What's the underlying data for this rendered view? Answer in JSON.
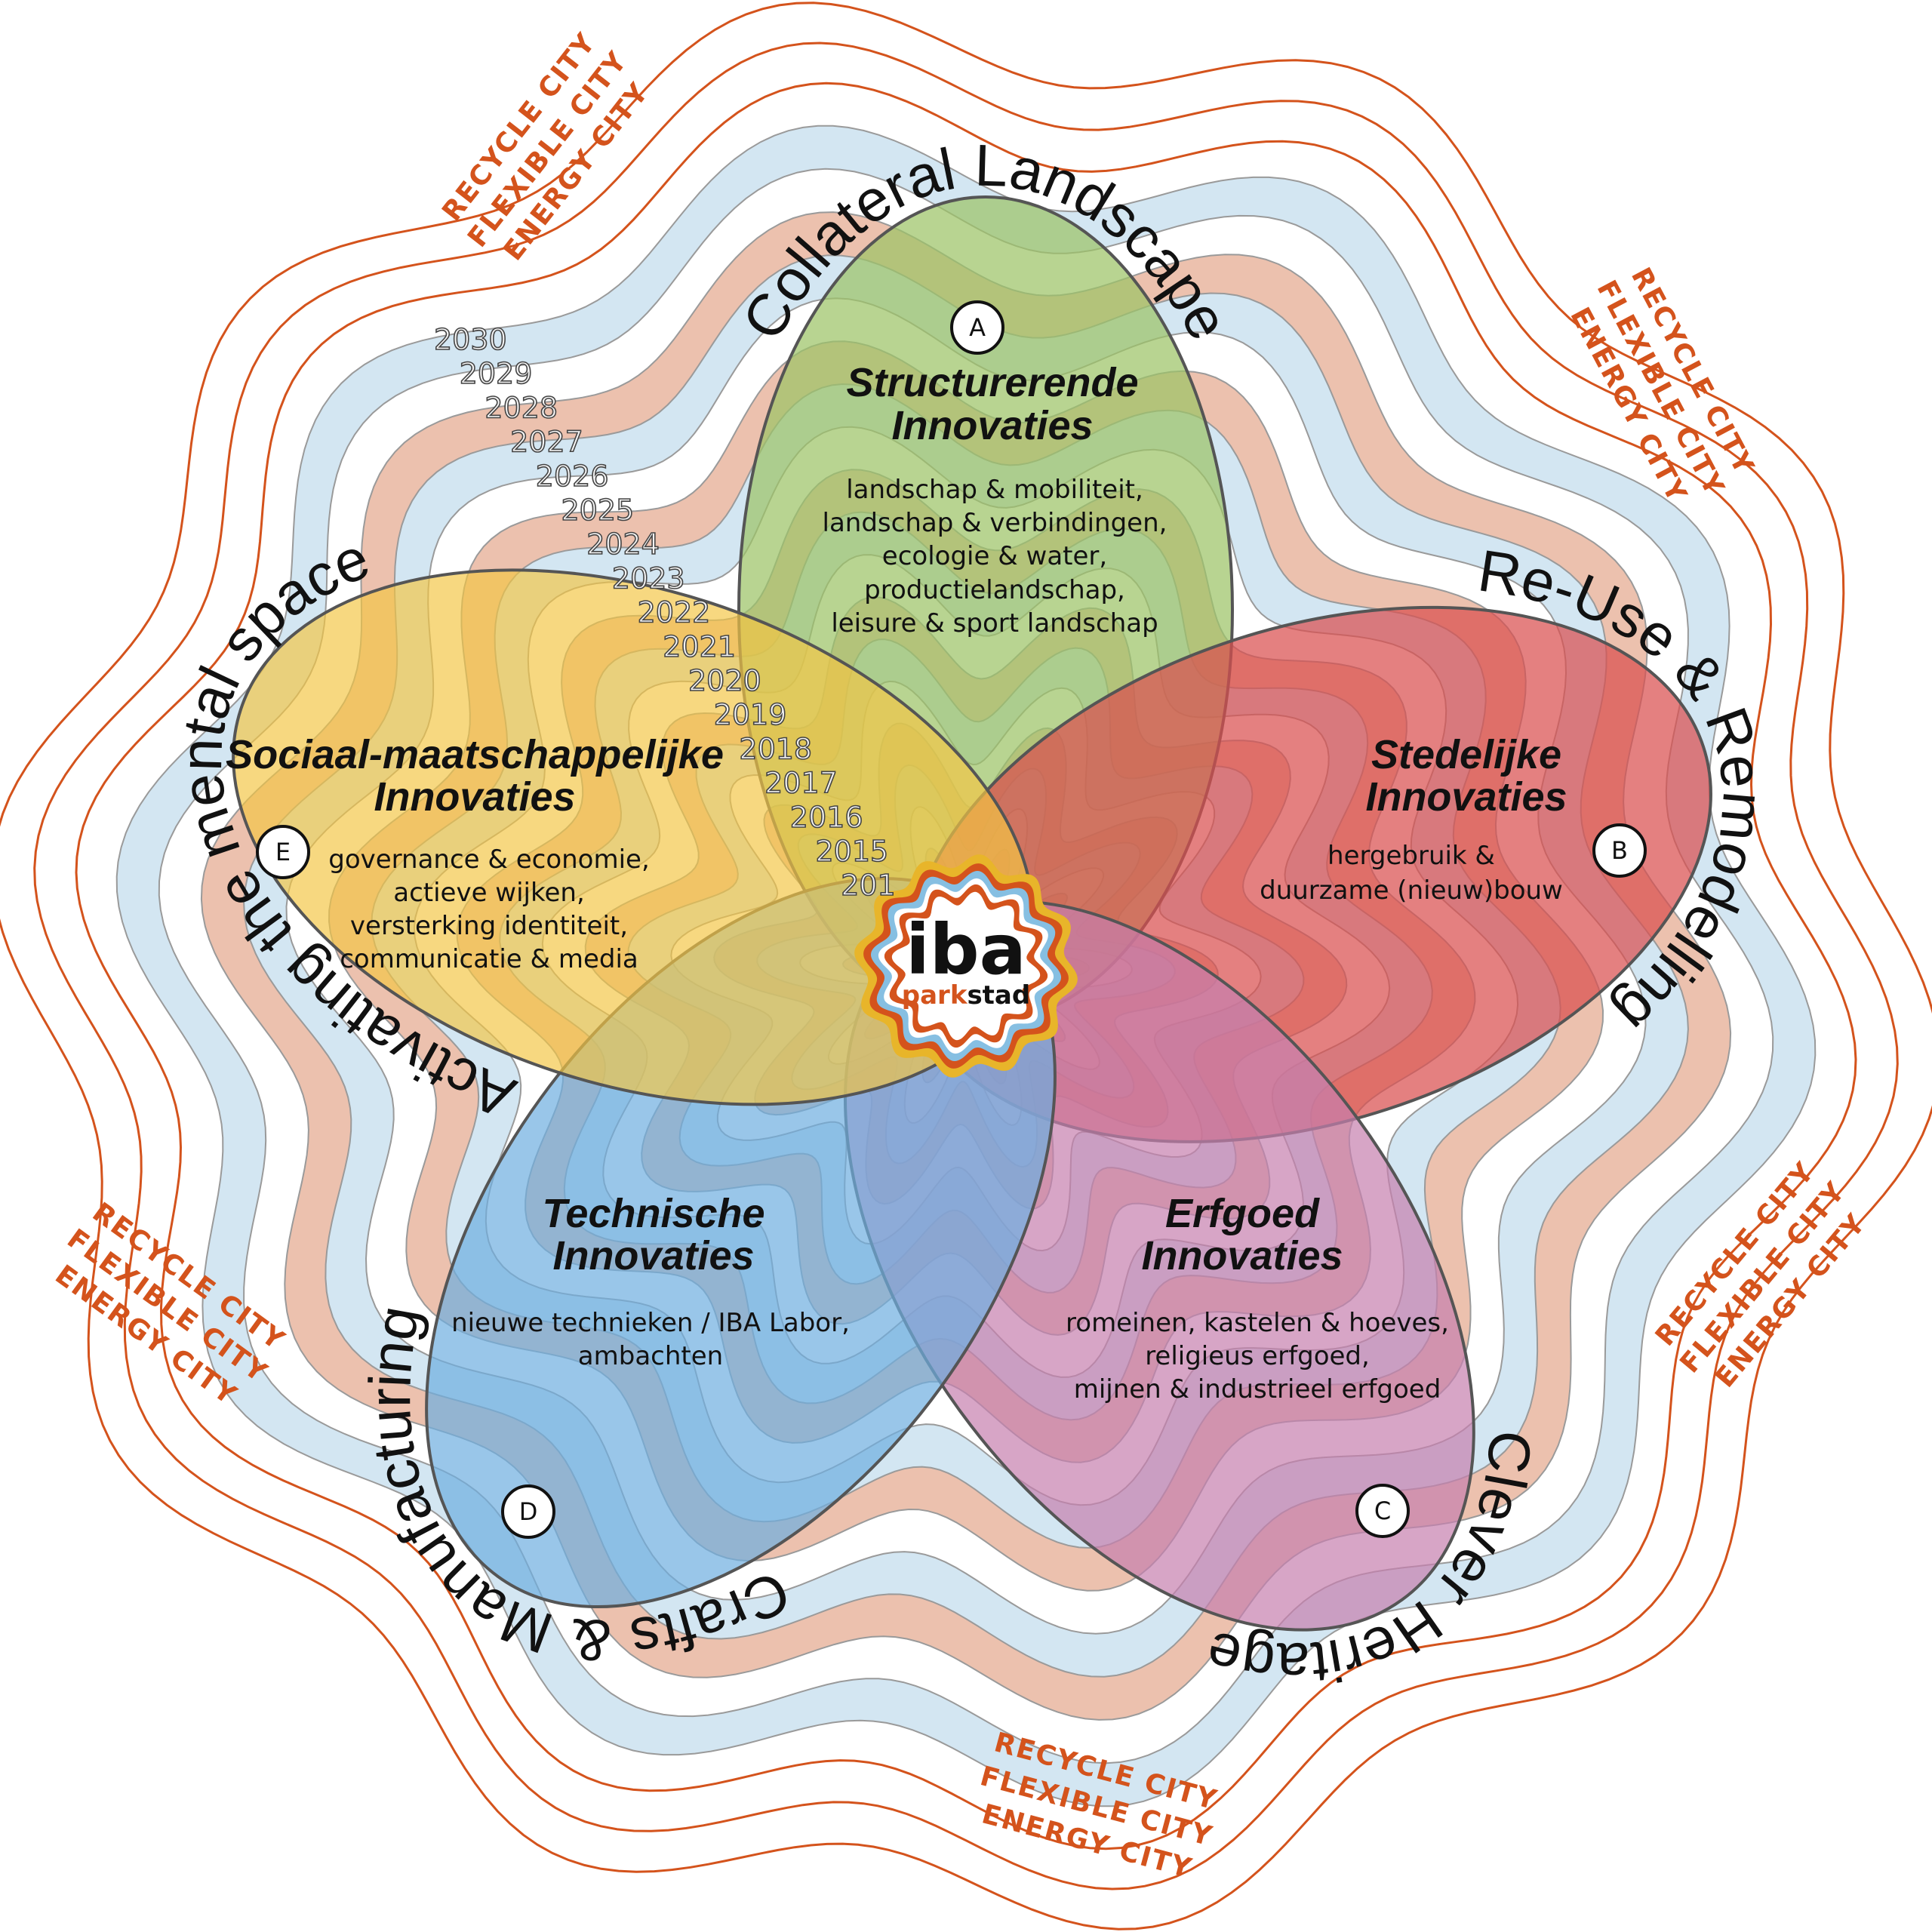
{
  "colors": {
    "band_blue": "#d3e6f2",
    "band_salmon": "#ecc1ae",
    "city_line": "#d4531c",
    "green": "#9cc466",
    "red": "#da4f4f",
    "pink": "#c67fae",
    "blue": "#6eaee0",
    "yellow": "#f3c544"
  },
  "years": [
    "2030",
    "2029",
    "2028",
    "2027",
    "2026",
    "2025",
    "2024",
    "2023",
    "2022",
    "2021",
    "2020",
    "2019",
    "2018",
    "2017",
    "2016",
    "2015",
    "201"
  ],
  "city_labels": [
    "RECYCLE CITY",
    "FLEXIBLE CITY",
    "ENERGY CITY"
  ],
  "petals": [
    {
      "letter": "A",
      "arc_title": "Collateral Landscape",
      "title": [
        "Structurerende",
        "Innovaties"
      ],
      "description": [
        "landschap & mobiliteit,",
        "landschap & verbindingen,",
        "ecologie & water,",
        "productielandschap,",
        "leisure & sport landschap"
      ]
    },
    {
      "letter": "B",
      "arc_title": "Re-Use & Remodelling",
      "title": [
        "Stedelijke",
        "Innovaties"
      ],
      "description": [
        "hergebruik &",
        "duurzame (nieuw)bouw"
      ]
    },
    {
      "letter": "C",
      "arc_title": "Clever Heritage",
      "title": [
        "Erfgoed",
        "Innovaties"
      ],
      "description": [
        "romeinen, kastelen & hoeves,",
        "religieus erfgoed,",
        "mijnen & industrieel erfgoed"
      ]
    },
    {
      "letter": "D",
      "arc_title": "Crafts & Manufacturing",
      "title": [
        "Technische",
        "Innovaties"
      ],
      "description": [
        "nieuwe technieken / IBA Labor,",
        "ambachten"
      ]
    },
    {
      "letter": "E",
      "arc_title": "Activating the mental space",
      "title": [
        "Sociaal-maatschappelijke",
        "Innovaties"
      ],
      "description": [
        "governance & economie,",
        "actieve wijken,",
        "versterking identiteit,",
        "communicatie & media"
      ]
    }
  ],
  "logo": {
    "main": "iba",
    "sub1": "park",
    "sub2": "stad"
  }
}
